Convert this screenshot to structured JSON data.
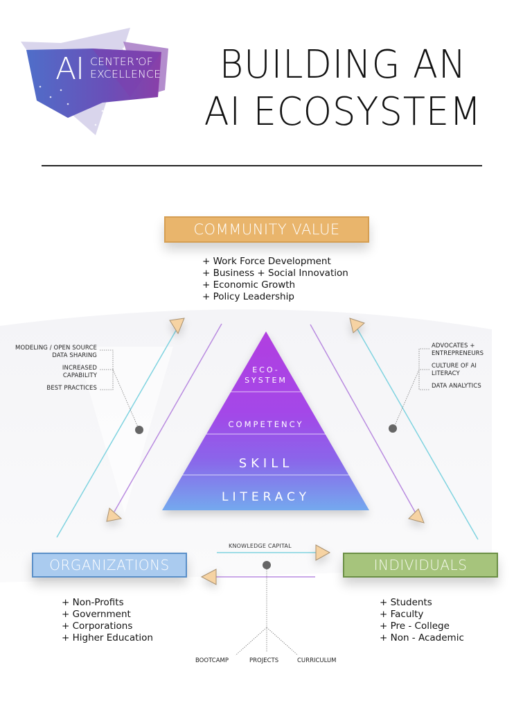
{
  "logo": {
    "ai": "AI",
    "line1": "CENTER OF",
    "line2": "EXCELLENCE"
  },
  "header": {
    "title_line1": "BUILDING AN",
    "title_line2": "AI ECOSYSTEM"
  },
  "community": {
    "label": "COMMUNITY VALUE",
    "color": "#e9b56c",
    "items": [
      "+ Work Force Development",
      "+ Business + Social Innovation",
      "+ Economic Growth",
      "+ Policy Leadership"
    ]
  },
  "organizations": {
    "label": "ORGANIZATIONS",
    "color": "#aacbef",
    "items": [
      "+ Non-Profits",
      "+ Government",
      "+ Corporations",
      "+ Higher Education"
    ]
  },
  "individuals": {
    "label": "INDIVIDUALS",
    "color": "#a6c47c",
    "items": [
      "+ Students",
      "+ Faculty",
      "+ Pre - College",
      "+ Non - Academic"
    ]
  },
  "left_notes": [
    "MODELING / OPEN SOURCE DATA SHARING",
    "INCREASED CAPABILITY",
    "BEST PRACTICES"
  ],
  "right_notes": [
    "ADVOCATES + ENTREPRENEURS",
    "CULTURE OF AI LITERACY",
    "DATA ANALYTICS"
  ],
  "pyramid": {
    "levels": [
      {
        "label_line1": "ECO-",
        "label_line2": "SYSTEM"
      },
      {
        "label": "COMPETENCY"
      },
      {
        "label": "SKILL"
      },
      {
        "label": "LITERACY"
      }
    ],
    "colors": {
      "top": "#b13fe0",
      "middle": "#8f5ae8",
      "bottom": "#78a6ee"
    }
  },
  "flow": {
    "knowledge_capital": "KNOWLEDGE CAPITAL",
    "branches": [
      "BOOTCAMP",
      "PROJECTS",
      "CURRICULUM"
    ]
  },
  "colors": {
    "line_cyan": "#7fd3e0",
    "line_purple": "#b98be0",
    "arrow_fill": "#f6d3a3",
    "dot": "#666666"
  }
}
